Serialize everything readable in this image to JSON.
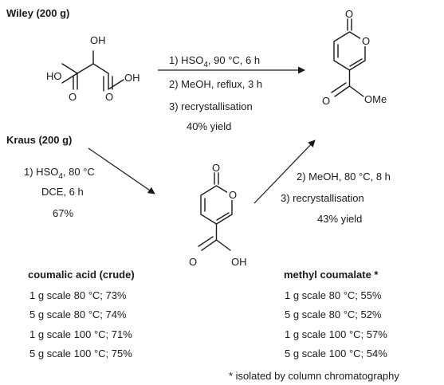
{
  "routes": {
    "wiley": {
      "title": "Wiley (200 g)",
      "conditions": [
        "1) H|SO|4|, 90 °C, 6 h",
        "2) MeOH, reflux, 3 h",
        "3) recrystallisation",
        "40% yield"
      ]
    },
    "kraus": {
      "title": "Kraus (200 g)",
      "conditions": [
        "1) H|SO|4|, 80 °C",
        "DCE, 6 h",
        "67%"
      ]
    },
    "esterification": {
      "conditions": [
        "2) MeOH, 80 °C, 8 h",
        "3) recrystallisation",
        "43% yield"
      ]
    }
  },
  "molecules": {
    "malic_acid": {
      "labels": [
        "OH",
        "HO",
        "OH",
        "O",
        "O"
      ]
    },
    "coumalic_acid": {
      "labels": [
        "O",
        "O",
        "O",
        "OH"
      ]
    },
    "methyl_coumalate": {
      "labels": [
        "O",
        "O",
        "O",
        "OMe"
      ]
    }
  },
  "results": {
    "coumalic_acid": {
      "title": "coumalic acid (crude)",
      "rows": [
        "1 g scale 80 °C; 73%",
        "5 g scale 80 °C; 74%",
        "1 g scale 100 °C; 71%",
        "5 g scale 100 °C; 75%"
      ]
    },
    "methyl_coumalate": {
      "title": "methyl coumalate *",
      "rows": [
        "1 g scale 80 °C; 55%",
        "5 g scale 80 °C; 52%",
        "1 g scale 100 °C; 57%",
        "5 g scale 100 °C; 54%"
      ]
    }
  },
  "footnote": "* isolated by column chromatography"
}
